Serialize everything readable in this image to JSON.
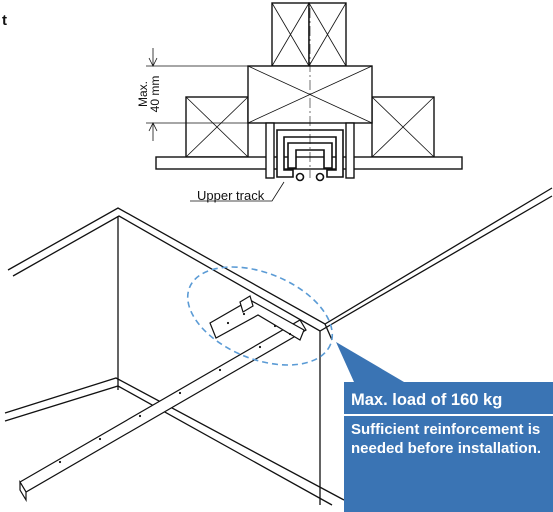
{
  "corner_letter": "t",
  "section_view": {
    "dimension_label_line1": "Max.",
    "dimension_label_line2": "40 mm",
    "track_label": "Upper track"
  },
  "callout": {
    "headline": "Max. load of 160 kg",
    "body": "Sufficient reinforcement is needed before installation."
  },
  "colors": {
    "callout_bg": "#3a74b4",
    "highlight_ring": "#5b9bd5",
    "line": "#111111"
  }
}
